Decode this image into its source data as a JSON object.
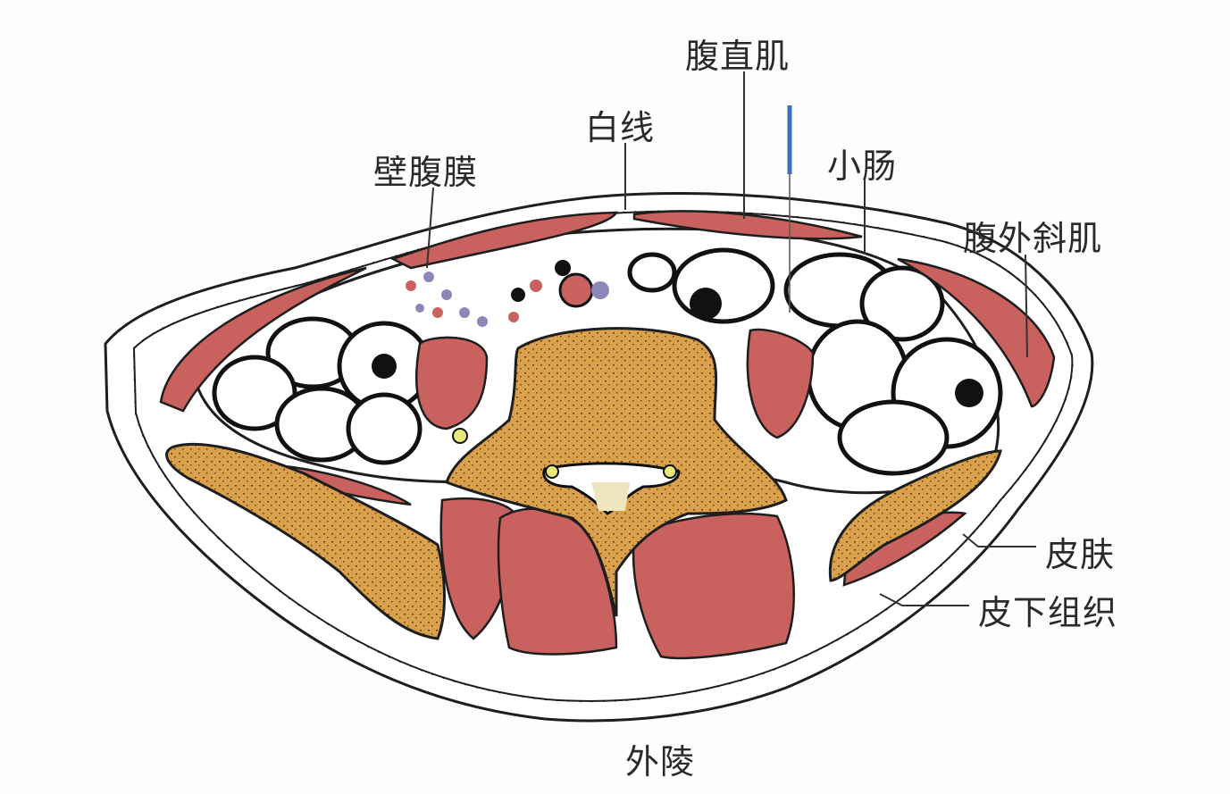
{
  "labels": {
    "rectus_abdominis": "腹直肌",
    "linea_alba": "白线",
    "parietal_peritoneum": "壁腹膜",
    "small_intestine": "小肠",
    "external_oblique": "腹外斜肌",
    "skin": "皮肤",
    "subcutaneous_tissue": "皮下组织",
    "waileng": "外陵"
  },
  "colors": {
    "muscle": "#c9625f",
    "bone": "#d9a14b",
    "needle": "#3d6fb5",
    "outline": "#1e1e1e"
  }
}
